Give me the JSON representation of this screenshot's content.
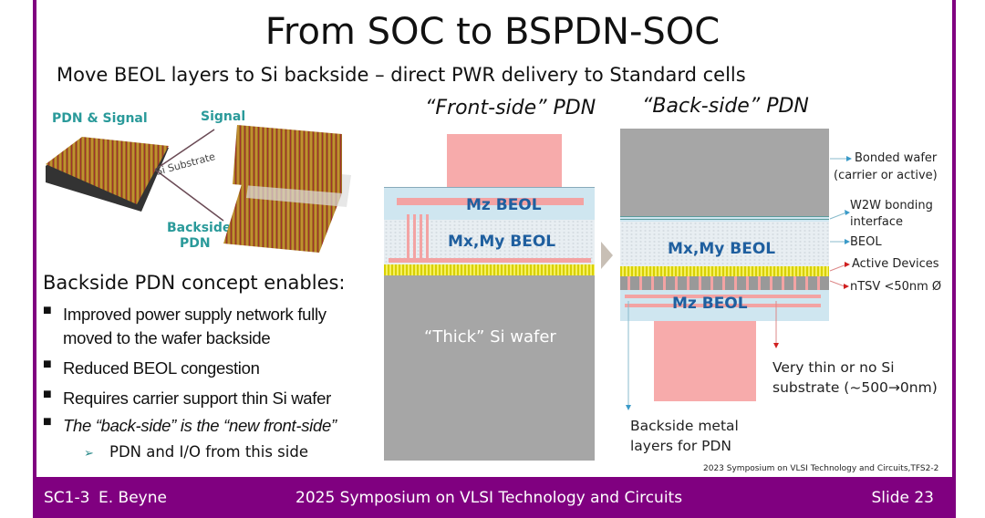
{
  "title": "From SOC to BSPDN-SOC",
  "subtitle": "Move BEOL layers to Si backside – direct PWR delivery to Standard cells",
  "left_figure": {
    "pdn_signal": "PDN & Signal",
    "signal": "Signal",
    "si_substrate": "Si Substrate",
    "backside_pdn_1": "Backside",
    "backside_pdn_2": "PDN"
  },
  "concept_heading": "Backside PDN concept enables:",
  "bullets": [
    {
      "line1": "Improved power supply network fully",
      "line2": "moved to the wafer backside"
    },
    {
      "line1": "Reduced BEOL congestion"
    },
    {
      "line1": "Requires carrier support thin Si wafer"
    },
    {
      "line1": "The “back-side” is the “new front-side”"
    }
  ],
  "sub_bullet": "PDN and I/O from this side",
  "front": {
    "heading": "“Front-side” PDN",
    "mz": "Mz BEOL",
    "mxmy": "Mx,My BEOL",
    "wafer": "“Thick” Si wafer"
  },
  "back": {
    "heading": "“Back-side” PDN",
    "mxmy": "Mx,My BEOL",
    "mz": "Mz BEOL",
    "labels": {
      "bonded1": "Bonded wafer",
      "bonded2": "(carrier or active)",
      "w2w1": "W2W bonding",
      "w2w2": "interface",
      "beol": "BEOL",
      "active": "Active Devices",
      "ntsv": "nTSV <50nm Ø",
      "thin1": "Very thin or no Si",
      "thin2": "substrate (~500→0nm)",
      "metal1": "Backside metal",
      "metal2": "layers for PDN"
    }
  },
  "citation": "2023 Symposium on VLSI Technology and Circuits,TFS2-2",
  "footer": {
    "session": "SC1-3",
    "author": "E. Beyne",
    "conference": "2025 Symposium on VLSI Technology and Circuits",
    "slide": "Slide 23"
  },
  "colors": {
    "purple": "#800080",
    "teal": "#2a9a9a",
    "pink": "#f7abab",
    "gray": "#a6a6a6"
  }
}
